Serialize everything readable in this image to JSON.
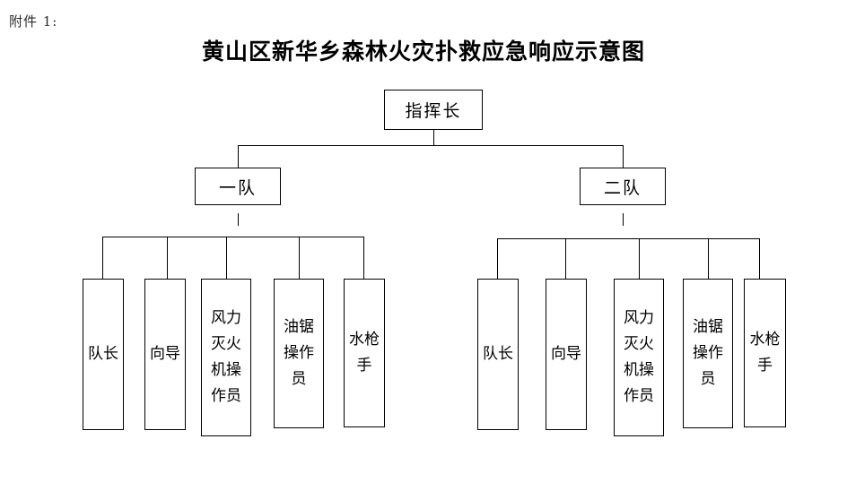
{
  "header": {
    "attachment_label": "附件 1:",
    "title": "黄山区新华乡森林火灾扑救应急响应示意图"
  },
  "chart_data": {
    "type": "diagram",
    "diagram_kind": "organization-chart",
    "title": "黄山区新华乡森林火灾扑救应急响应示意图",
    "orientation": "top-down",
    "levels": 3,
    "nodes": [
      {
        "id": "commander",
        "label": "指挥长",
        "level": 0,
        "parent": null
      },
      {
        "id": "team1",
        "label": "一队",
        "level": 1,
        "parent": "commander"
      },
      {
        "id": "team2",
        "label": "二队",
        "level": 1,
        "parent": "commander"
      },
      {
        "id": "t1-leader",
        "label": "队长",
        "level": 2,
        "parent": "team1"
      },
      {
        "id": "t1-guide",
        "label": "向导",
        "level": 2,
        "parent": "team1"
      },
      {
        "id": "t1-blower",
        "label": "风力灭火机操作员",
        "level": 2,
        "parent": "team1"
      },
      {
        "id": "t1-saw",
        "label": "油锯操作员",
        "level": 2,
        "parent": "team1"
      },
      {
        "id": "t1-hose",
        "label": "水枪手",
        "level": 2,
        "parent": "team1"
      },
      {
        "id": "t2-leader",
        "label": "队长",
        "level": 2,
        "parent": "team2"
      },
      {
        "id": "t2-guide",
        "label": "向导",
        "level": 2,
        "parent": "team2"
      },
      {
        "id": "t2-blower",
        "label": "风力灭火机操作员",
        "level": 2,
        "parent": "team2"
      },
      {
        "id": "t2-saw",
        "label": "油锯操作员",
        "level": 2,
        "parent": "team2"
      },
      {
        "id": "t2-hose",
        "label": "水枪手",
        "level": 2,
        "parent": "team2"
      }
    ],
    "edges": [
      {
        "from": "commander",
        "to": "team1"
      },
      {
        "from": "commander",
        "to": "team2"
      },
      {
        "from": "team1",
        "to": "t1-leader"
      },
      {
        "from": "team1",
        "to": "t1-guide"
      },
      {
        "from": "team1",
        "to": "t1-blower"
      },
      {
        "from": "team1",
        "to": "t1-saw"
      },
      {
        "from": "team1",
        "to": "t1-hose"
      },
      {
        "from": "team2",
        "to": "t2-leader"
      },
      {
        "from": "team2",
        "to": "t2-guide"
      },
      {
        "from": "team2",
        "to": "t2-blower"
      },
      {
        "from": "team2",
        "to": "t2-saw"
      },
      {
        "from": "team2",
        "to": "t2-hose"
      }
    ],
    "colors": {
      "line": "#000000",
      "box_border": "#000000",
      "box_fill": "#ffffff",
      "text": "#000000",
      "background": "#ffffff"
    }
  },
  "root": {
    "label": "指挥长"
  },
  "teams": [
    {
      "label": "一队"
    },
    {
      "label": "二队"
    }
  ],
  "team1_members": [
    {
      "label": "队长"
    },
    {
      "label": "向导"
    },
    {
      "label": "风力灭火机操作员"
    },
    {
      "label": "油锯操作员"
    },
    {
      "label": "水枪手"
    }
  ],
  "team2_members": [
    {
      "label": "队长"
    },
    {
      "label": "向导"
    },
    {
      "label": "风力灭火机操作员"
    },
    {
      "label": "油锯操作员"
    },
    {
      "label": "水枪手"
    }
  ]
}
